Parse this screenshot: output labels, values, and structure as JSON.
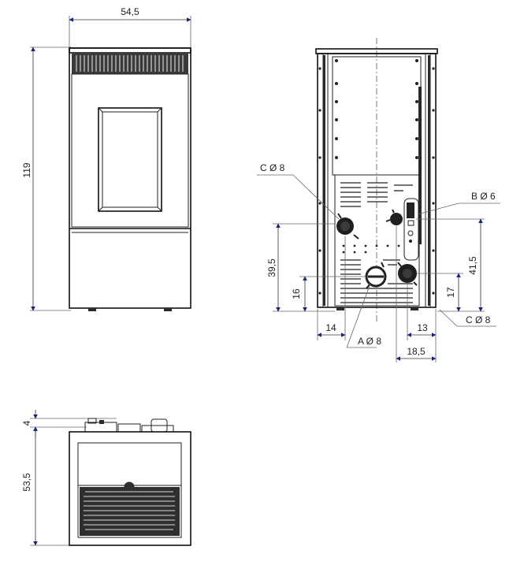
{
  "front_view": {
    "width_label": "54,5",
    "height_label": "119"
  },
  "rear_view": {
    "label_c_left": "C Ø 8",
    "label_b": "B Ø 6",
    "label_c_right": "C Ø 8",
    "label_a": "A Ø 8",
    "dim_39_5": "39,5",
    "dim_16": "16",
    "dim_14": "14",
    "dim_41_5": "41,5",
    "dim_17": "17",
    "dim_13": "13",
    "dim_18_5": "18,5"
  },
  "top_view": {
    "depth_label": "53,5",
    "top_label": "4"
  },
  "colors": {
    "line": "#222222",
    "arrow": "#1a237e",
    "dark_fill": "#2b2b2b"
  }
}
